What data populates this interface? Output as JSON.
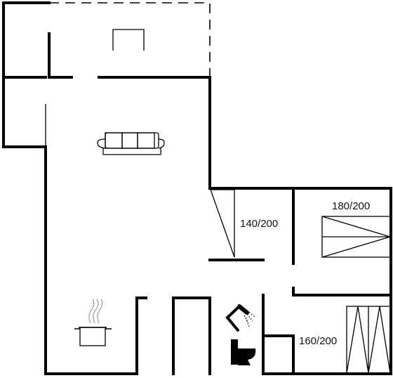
{
  "rooms": [
    {
      "id": "bedroom-1",
      "label": "140/200"
    },
    {
      "id": "bedroom-2",
      "label": "180/200"
    },
    {
      "id": "bedroom-3",
      "label": "160/200"
    }
  ],
  "icons": {
    "sofa": "sofa-icon",
    "kitchen": "cooking-pot-icon",
    "shower": "shower-icon",
    "toilet": "toilet-icon",
    "bed": "bed-icon",
    "fireplace": "fireplace-icon"
  },
  "colors": {
    "wall": "#000000",
    "background": "#ffffff"
  }
}
